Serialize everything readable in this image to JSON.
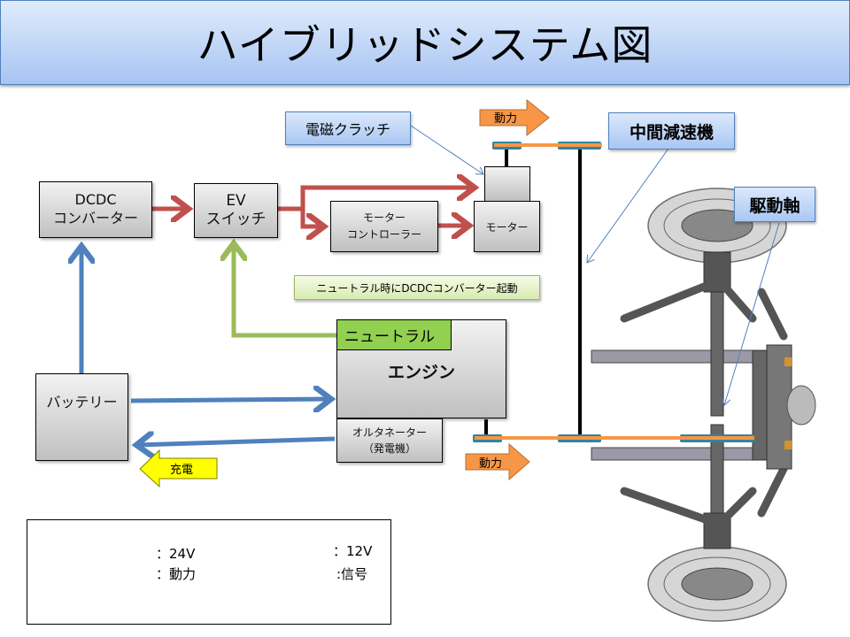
{
  "title": "ハイブリッドシステム図",
  "blocks": {
    "dcdc": {
      "line1": "DCDC",
      "line2": "コンバーター"
    },
    "ev_switch": {
      "line1": "EV",
      "line2": "スイッチ"
    },
    "motor_controller": {
      "line1": "モーター",
      "line2": "コントローラー"
    },
    "motor": "モーター",
    "battery": "バッテリー",
    "engine": "エンジン",
    "neutral": "ニュートラル",
    "alternator": {
      "line1": "オルタネーター",
      "line2": "（発電機）"
    }
  },
  "callouts": {
    "clutch": "電磁クラッチ",
    "reducer": "中間減速機",
    "drive_shaft": "駆動軸",
    "neutral_note": "ニュートラル時にDCDCコンバーター起動"
  },
  "flow_arrows": {
    "power_top": "動力",
    "power_bottom": "動力",
    "charge": "充電"
  },
  "legend": {
    "items": [
      {
        "label": "：24V",
        "color": "#c0504d",
        "style": "arrow"
      },
      {
        "label": "：12V",
        "color": "#4f81bd",
        "style": "arrow"
      },
      {
        "label": "：動力",
        "color": "#f79646",
        "style": "line"
      },
      {
        "label": ":信号",
        "color": "#9bbb59",
        "style": "arrow"
      }
    ]
  },
  "colors": {
    "v24": "#c0504d",
    "v12": "#4f81bd",
    "power": "#f79646",
    "signal": "#9bbb59",
    "gear": "#31859c",
    "charge": "#ffff00"
  }
}
